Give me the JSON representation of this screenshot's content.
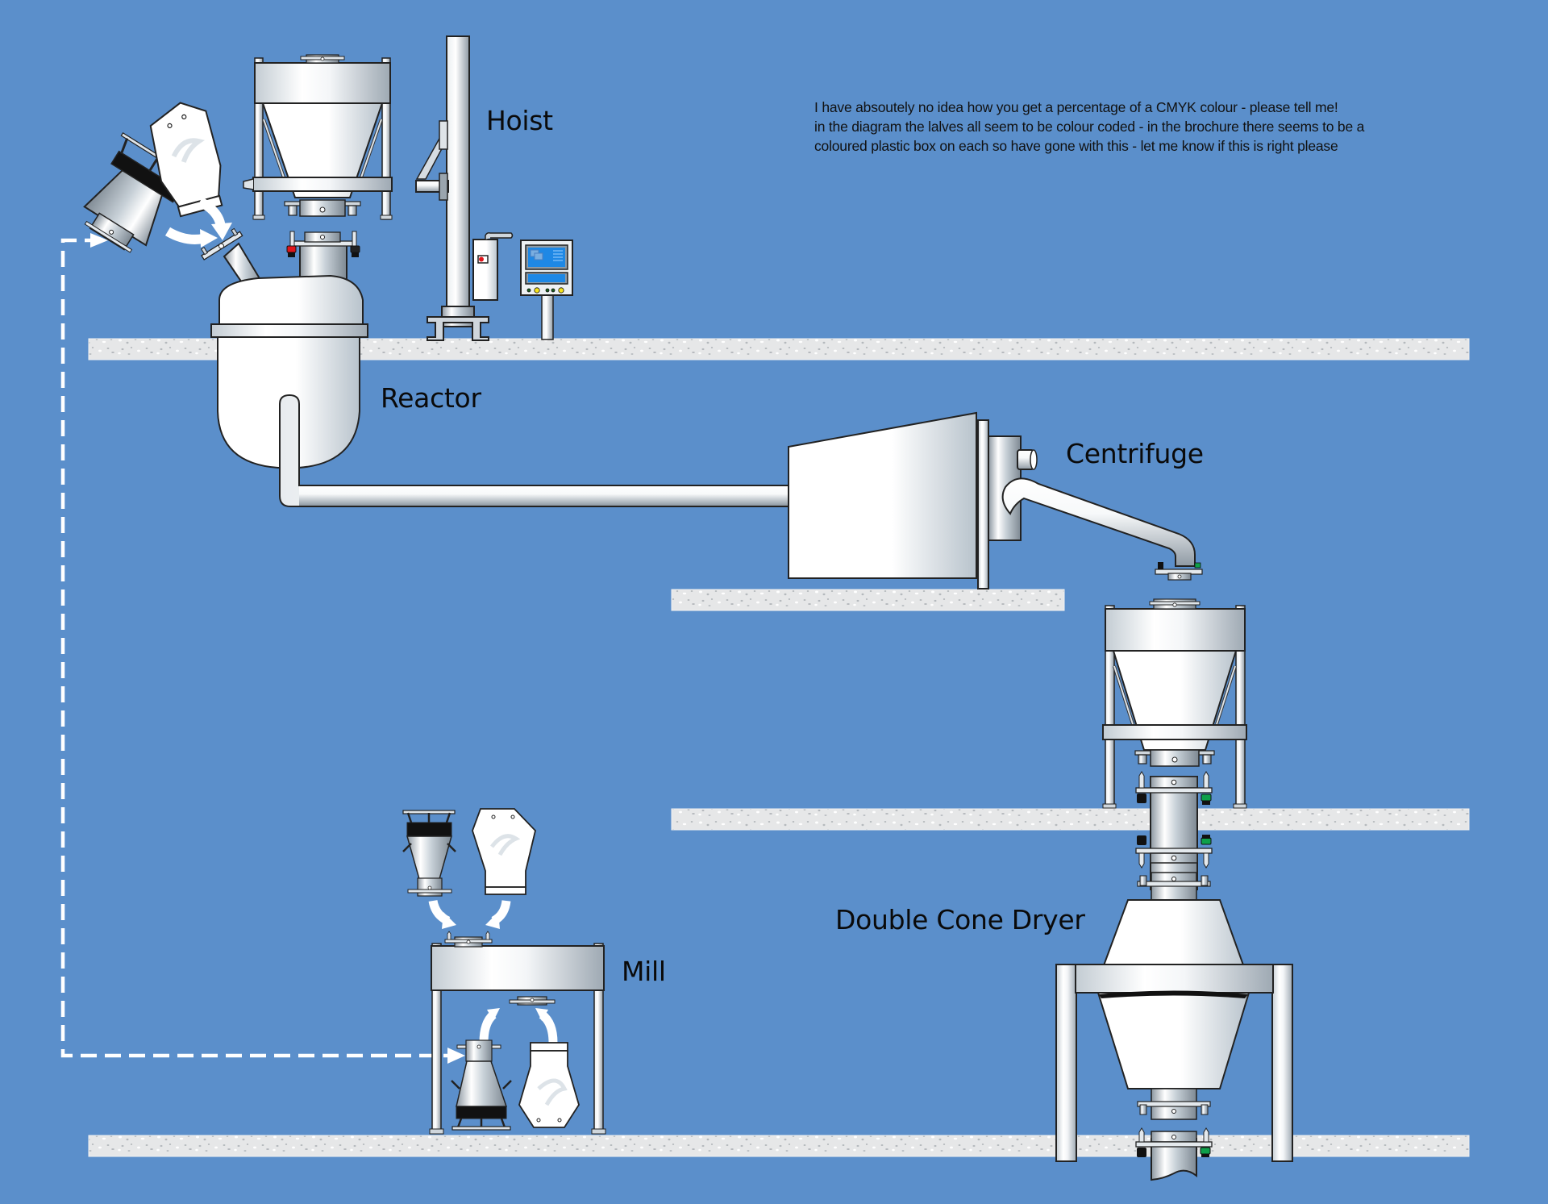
{
  "diagram": {
    "background_color": "#5b8fcb",
    "labels": {
      "hoist": "Hoist",
      "reactor": "Reactor",
      "centrifuge": "Centrifuge",
      "double_cone_dryer": "Double Cone Dryer",
      "mill": "Mill"
    },
    "note_lines": [
      "I have absoutely no idea how you get a percentage of a CMYK colour - please tell me!",
      "in the diagram the lalves all seem to be colour coded - in the brochure there seems to be a",
      "coloured plastic box on each so  have gone with this - let me know if this is right please"
    ],
    "valve_colors": {
      "red": "#e0151b",
      "green": "#0ea04a",
      "black": "#111111"
    },
    "control_panel_colors": {
      "screen": "#1e88e5",
      "indicator_yellow": "#f5e21b",
      "indicator_green": "#1b5e20"
    }
  }
}
